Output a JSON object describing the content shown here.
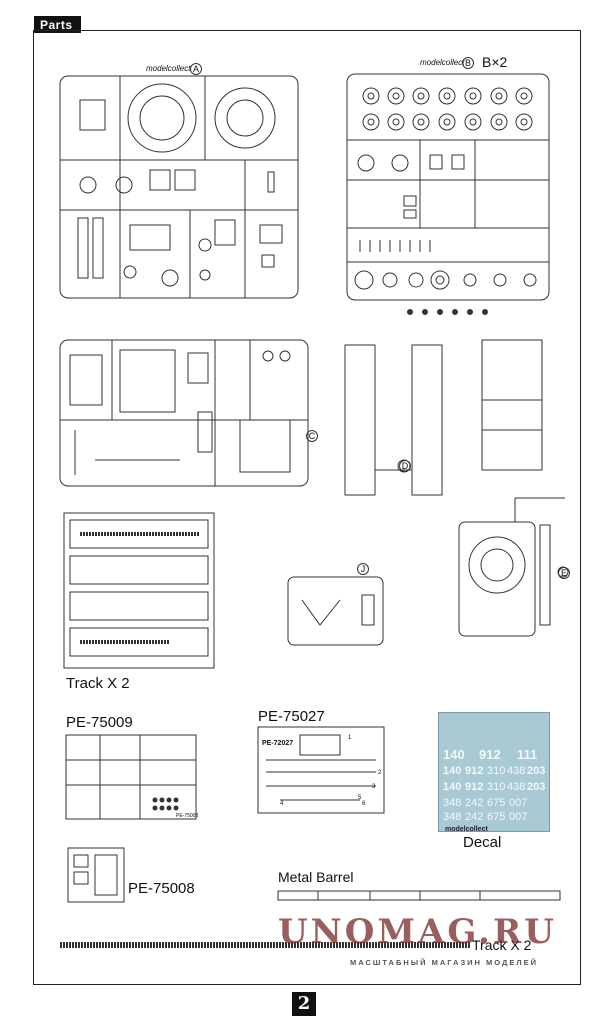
{
  "header": {
    "section_tab": "Parts"
  },
  "sprues": {
    "a_brand": "modelcollect",
    "a_letter": "A",
    "b_brand": "modelcollect",
    "b_letter": "B",
    "b_multiplier": "B×2",
    "c_letter": "C",
    "d_letter": "D",
    "e_letter": "E",
    "j_letter": "J"
  },
  "labels": {
    "track": "Track X 2",
    "pe_75009": "PE-75009",
    "pe_75027": "PE-75027",
    "pe_72027_plate": "PE-72027",
    "pe_75008": "PE-75008",
    "pe_75008_plate": "PE-75008",
    "decal": "Decal",
    "metal_barrel": "Metal Barrel",
    "bottom_track": "Track X 2"
  },
  "pe_75027_numbers": [
    "1",
    "2",
    "3",
    "4",
    "5",
    "6"
  ],
  "decal_sheet": {
    "rows": [
      [
        "140",
        "912",
        "111"
      ],
      [
        "140",
        "912",
        "310",
        "438",
        "203"
      ],
      [
        "140",
        "912",
        "310",
        "438",
        "203"
      ],
      [
        "348",
        "242",
        "675",
        "007"
      ],
      [
        "348",
        "242",
        "675",
        "007"
      ]
    ],
    "brand": "modelcollect",
    "background": "#a9c9d3"
  },
  "watermark": {
    "title": "UNOMAG.RU",
    "subtitle": "МАСШТАБНЫЙ МАГАЗИН МОДЕЛЕЙ"
  },
  "page_number": "2"
}
